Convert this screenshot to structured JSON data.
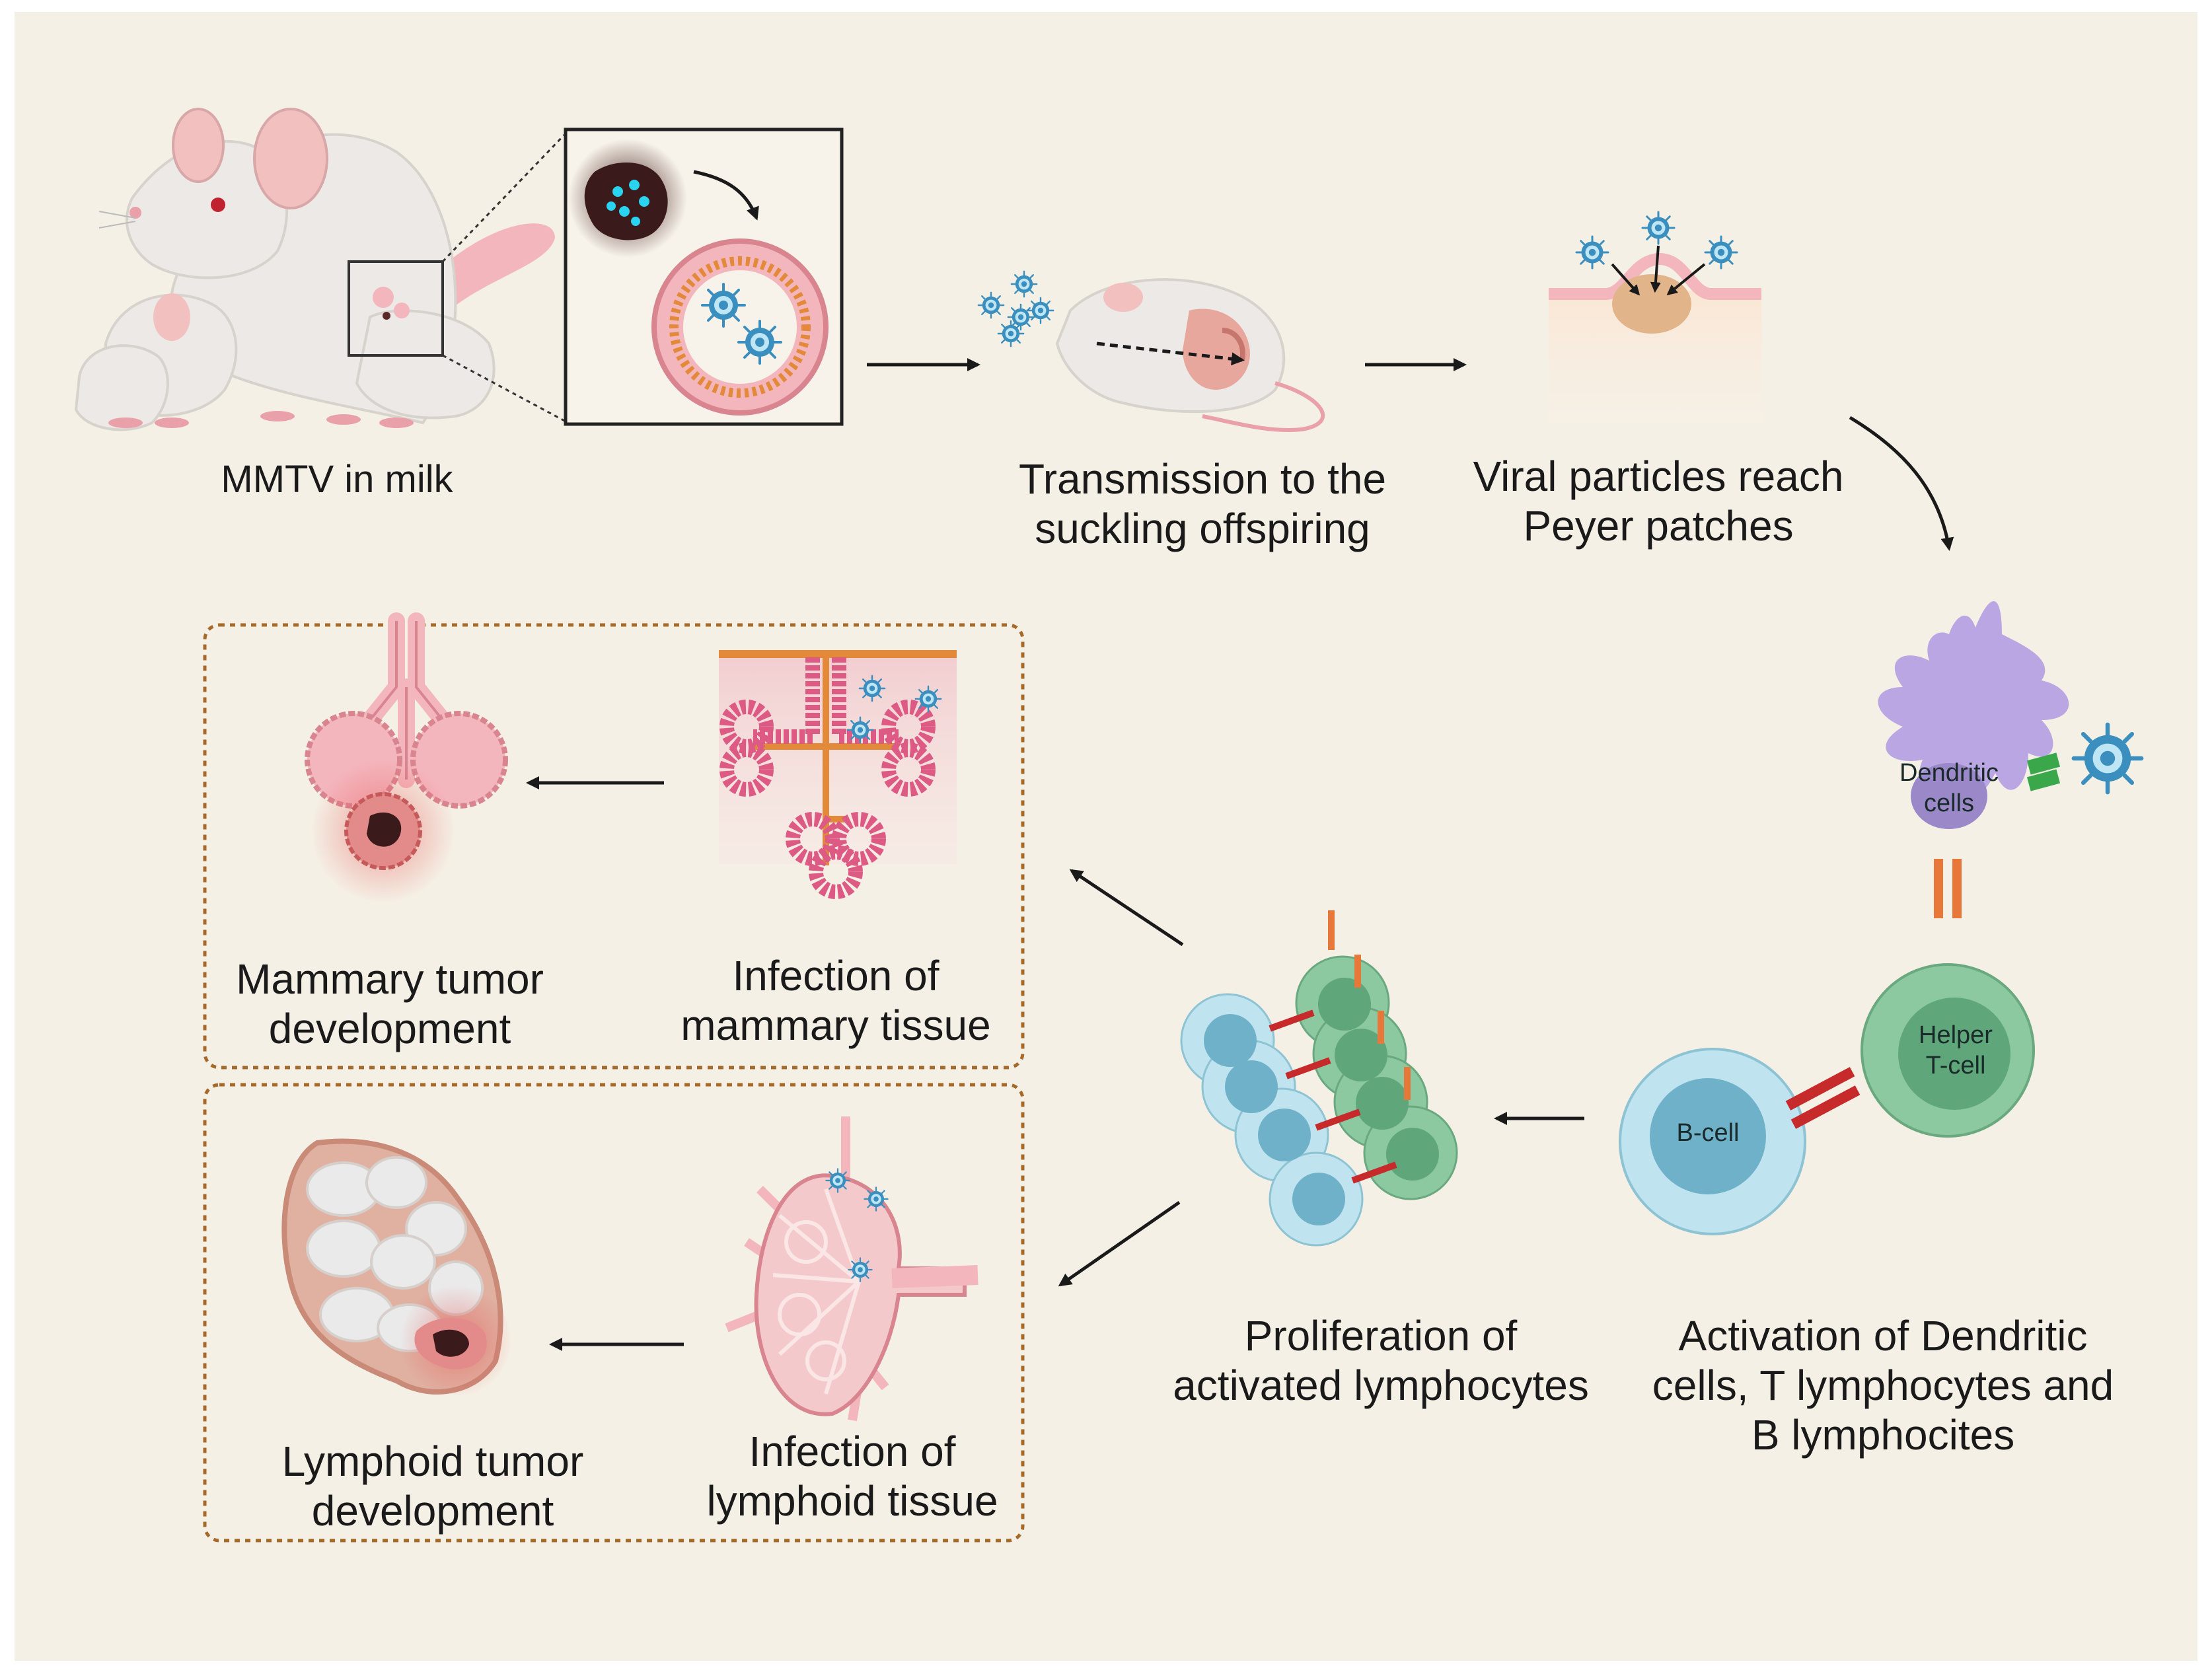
{
  "labels": {
    "mmtv_milk": "MMTV in milk",
    "transmission": [
      "Transmission to the",
      "suckling offspiring"
    ],
    "viral_particles": [
      "Viral particles reach",
      "Peyer patches"
    ],
    "activation": [
      "Activation of Dendritic",
      "cells, T lymphocytes and",
      "B lymphocites"
    ],
    "proliferation": [
      "Proliferation of",
      "activated lymphocytes"
    ],
    "infection_mammary": [
      "Infection of",
      "mammary tissue"
    ],
    "mammary_tumor": [
      "Mammary tumor",
      "development"
    ],
    "infection_lymphoid": [
      "Infection of",
      "lymphoid tissue"
    ],
    "lymphoid_tumor": [
      "Lymphoid tumor",
      "development"
    ]
  },
  "cells": {
    "dendritic": [
      "Dendritic",
      "cells"
    ],
    "helper": [
      "Helper",
      "T-cell"
    ],
    "bcell": "B-cell"
  },
  "colors": {
    "background": "#f5f0e5",
    "mouse": "#ece9e6",
    "pink": "#f4b6bd",
    "tumor": "#5a2a2a",
    "virus": "#3a8fbf",
    "dendritic": "#b9a6e3",
    "helper": "#8cc8a0",
    "bcell": "#bfe3ef",
    "box_border": "#a56a2a",
    "arrow": "#1a1a1a"
  }
}
